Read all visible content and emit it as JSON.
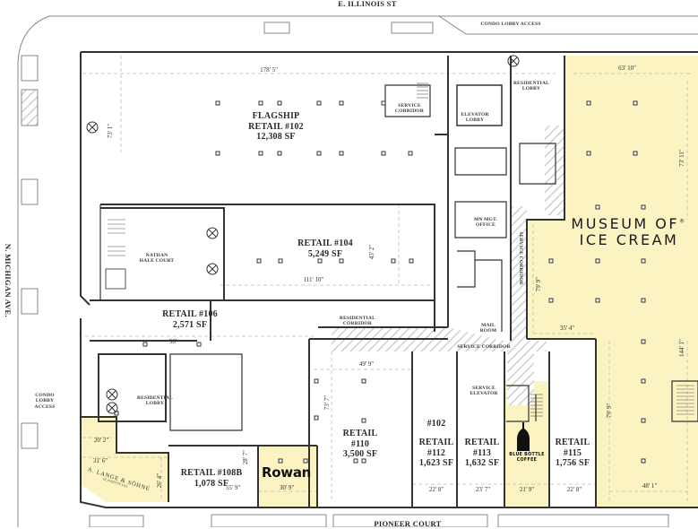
{
  "streets": {
    "north": "E. ILLINOIS ST",
    "west": "N. MICHIGAN AVE.",
    "south": "PIONEER COURT"
  },
  "access_labels": {
    "condo_lobby_access_north": "CONDO LOBBY ACCESS",
    "condo_lobby_access_west": [
      "CONDO",
      "LOBBY",
      "ACCESS"
    ]
  },
  "spaces": {
    "flagship_102": {
      "line1": "FLAGSHIP",
      "line2": "RETAIL #102",
      "sf": "12,308 SF",
      "dim_width": "178' 5\"",
      "dim_depth": "73' 1\""
    },
    "retail_104": {
      "title": "RETAIL #104",
      "sf": "5,249 SF",
      "dim_width": "111' 10\"",
      "dim_depth": "43' 2\""
    },
    "retail_106": {
      "title": "RETAIL #106",
      "sf": "2,571 SF",
      "dim_width": "98'"
    },
    "retail_108b": {
      "title": "RETAIL #108B",
      "sf": "1,078 SF",
      "dim_width": "55' 9\"",
      "dim_depth": "28' 7\""
    },
    "retail_110": {
      "line1": "RETAIL",
      "line2": "#110",
      "sf": "3,500 SF",
      "dim_width": "49' 9\"",
      "dim_depth": "73' 7\""
    },
    "retail_112": {
      "tag": "#102",
      "line1": "RETAIL",
      "line2": "#112",
      "sf": "1,623 SF",
      "dim_width": "22' 8\""
    },
    "retail_113": {
      "line1": "RETAIL",
      "line2": "#113",
      "sf": "1,632 SF",
      "dim_width": "23' 7\""
    },
    "retail_115": {
      "line1": "RETAIL",
      "line2": "#115",
      "sf": "1,756 SF",
      "dim_width": "22' 8\""
    },
    "blue_bottle": {
      "line1": "BLUE BOTTLE",
      "line2": "COFFEE",
      "dim_width": "21' 9\""
    },
    "rowan": {
      "brand": "Rowan",
      "dim_width": "30' 9\""
    },
    "lange": {
      "brand": "A. LANGE & SÖHNE",
      "sub": "GLASHÜTTE I/SA",
      "dim_a": "20' 2\"",
      "dim_b": "31' 6\"",
      "dim_c": "26' 4\""
    },
    "museum_ice_cream": {
      "line1": "MUSEUM OF",
      "line2": "ICE CREAM",
      "reg": "®",
      "dim_top": "63' 10\"",
      "dim_right_upper": "73' 11\"",
      "dim_left": "79' 9\"",
      "dim_mid": "35' 4\"",
      "dim_right_lower": "144' 1\"",
      "dim_lower_left": "79' 9\"",
      "dim_bottom": "48' 1\""
    }
  },
  "rooms": {
    "service_corridor_north": [
      "SERVICE",
      "CORRIDOR"
    ],
    "elevator_lobby": [
      "ELEVATOR",
      "LOBBY"
    ],
    "residential_lobby_north": [
      "RESIDENTIAL",
      "LOBBY"
    ],
    "mgmt_office": [
      "MN MGT.",
      "OFFICE"
    ],
    "service_corridor_vertical": "SERVICE CORRIDOR",
    "mail_room": [
      "MAIL",
      "ROOM"
    ],
    "service_corridor_south": "SERVICE CORRIDOR",
    "residential_corridor": [
      "RESIDENTIAL",
      "CORRIDOR"
    ],
    "nathan_hale_court": [
      "NATHAN",
      "HALE COURT"
    ],
    "residential_lobby_south": [
      "RESIDENTIAL",
      "LOBBY"
    ],
    "service_elevator": [
      "SERVICE",
      "ELEVATOR"
    ]
  },
  "colors": {
    "leased_fill": "#fbf3c1",
    "wall": "#333333",
    "dim_line": "#b5b5b5",
    "hatch": "#c8c8c8",
    "background": "#ffffff"
  }
}
